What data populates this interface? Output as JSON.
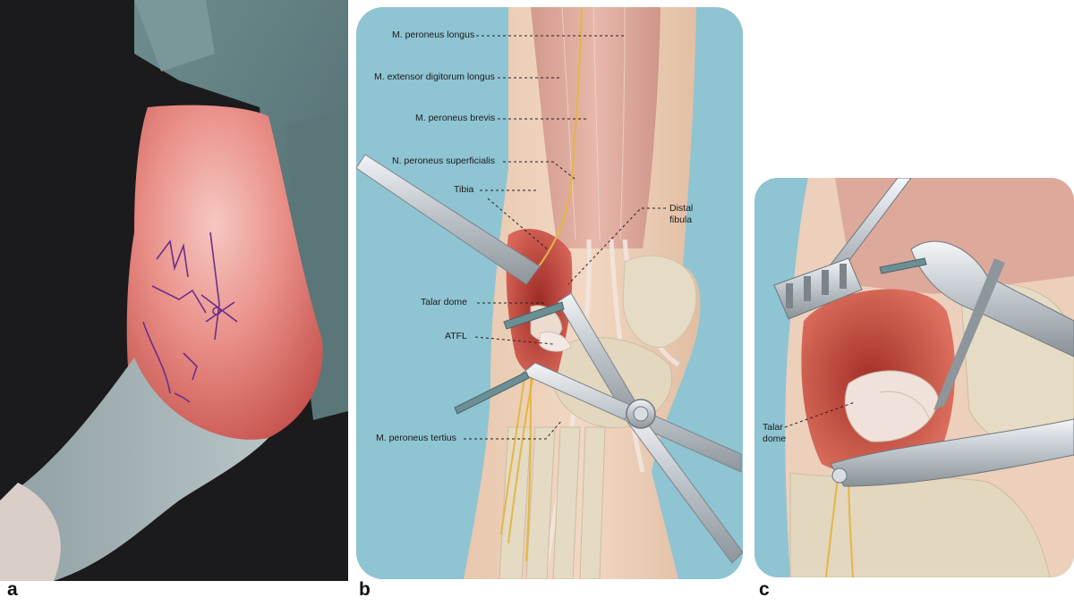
{
  "panels": [
    {
      "id": "a",
      "label": "a"
    },
    {
      "id": "b",
      "label": "b"
    },
    {
      "id": "c",
      "label": "c"
    }
  ],
  "annotations_b": {
    "peroneus_longus": "M. peroneus longus",
    "extensor_digitorum_longus": "M. extensor digitorum longus",
    "peroneus_brevis": "M. peroneus brevis",
    "peroneus_superficialis": "N. peroneus superficialis",
    "tibia": "Tibia",
    "distal_fibula_line1": "Distal",
    "distal_fibula_line2": "fibula",
    "talar_dome": "Talar dome",
    "atfl": "ATFL",
    "peroneus_tertius": "M. peroneus tertius"
  },
  "annotations_c": {
    "talar_dome_line1": "Talar",
    "talar_dome_line2": "dome"
  },
  "colors": {
    "background_blue": "#8fc4d2",
    "skin": "#e9cdb6",
    "muscle": "#d9a79a",
    "wound": "#c2463a",
    "bone": "#e6dcc6",
    "nerve": "#e4b646",
    "instrument": "#b9c0c6",
    "drape": "#6f8f93"
  }
}
